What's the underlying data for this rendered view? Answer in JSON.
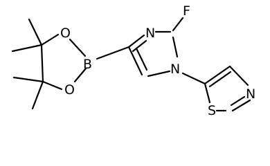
{
  "molecule": {
    "atom_labels": {
      "fluorine": "F",
      "imidazole_n_top": "N",
      "imidazole_n_bottom": "N",
      "boron": "B",
      "oxygen_top": "O",
      "oxygen_bottom": "O",
      "thiazole_n": "N",
      "thiazole_s": "S"
    },
    "colors": {
      "bond": "#000000",
      "label": "#000000",
      "background": "#ffffff"
    }
  }
}
